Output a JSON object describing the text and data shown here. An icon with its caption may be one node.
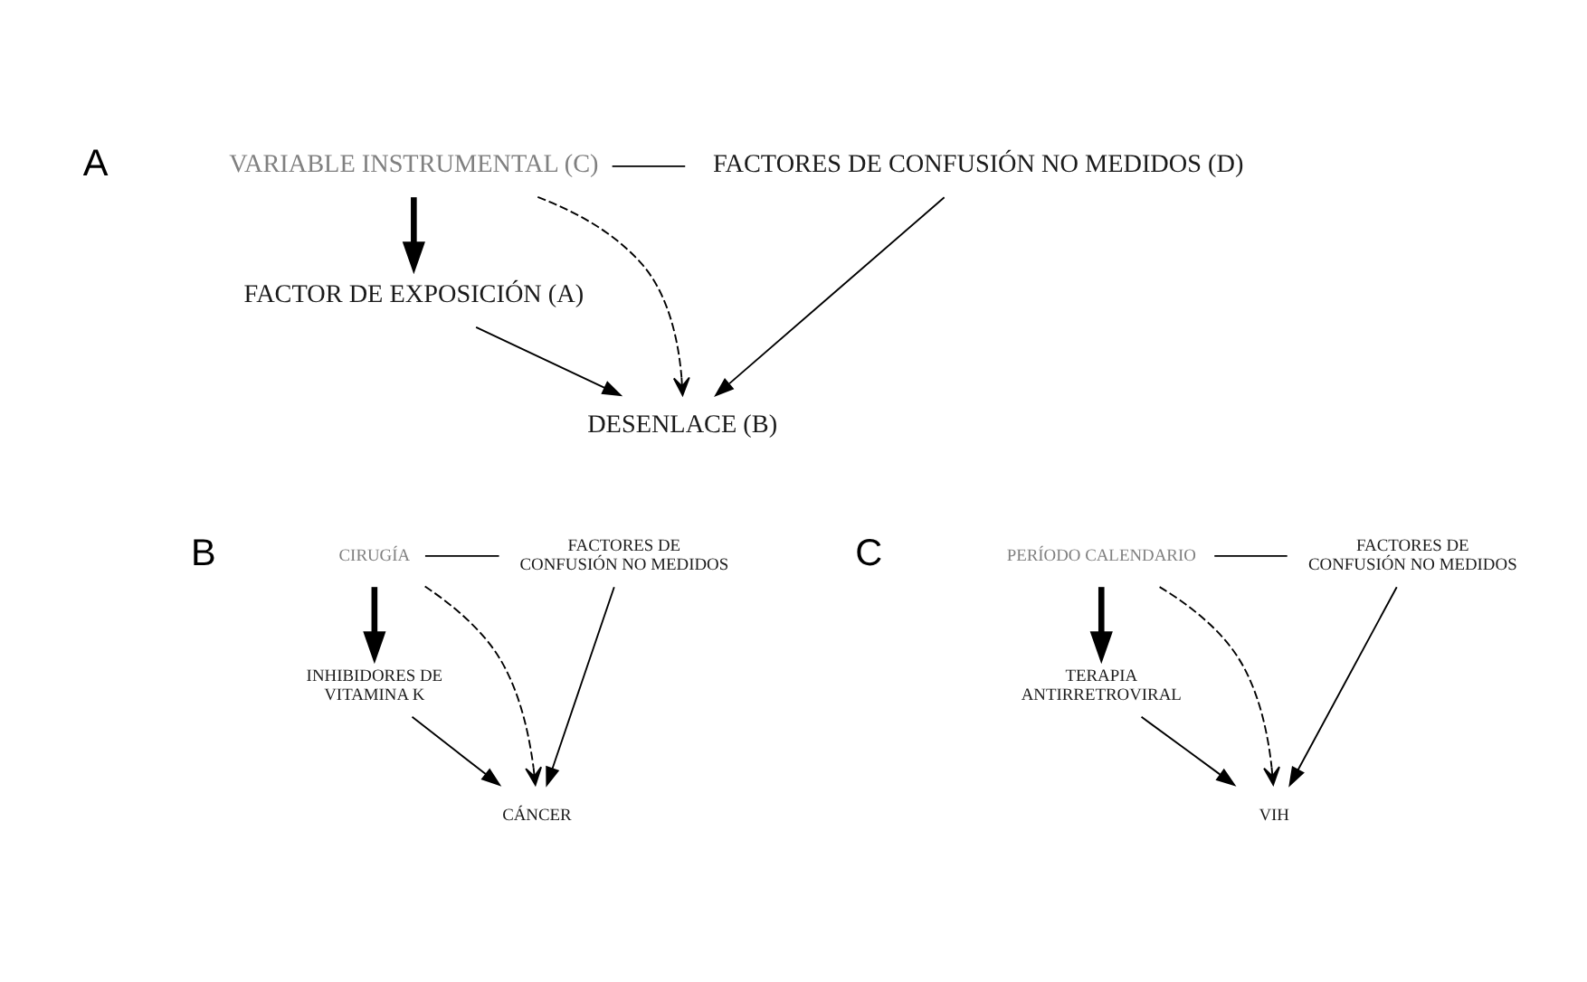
{
  "diagram": {
    "nodes": [
      {
        "text": [
          "VARIABLE INSTRUMENTAL (C)"
        ]
      },
      {
        "text": [
          "FACTORES DE CONFUSIÓN NO MEDIDOS (D)"
        ]
      },
      {
        "text": [
          "FACTOR DE EXPOSICIÓN (A)"
        ]
      },
      {
        "text": [
          "DESENLACE (B)"
        ]
      },
      {
        "text": [
          "CIRUGÍA"
        ]
      },
      {
        "text": [
          "FACTORES DE CONFUSIÓN NO MEDIDOS"
        ]
      },
      {
        "text": [
          "INHIBIDORES DE VITAMINA K"
        ]
      },
      {
        "text": [
          "CÁNCER"
        ]
      },
      {
        "text": [
          "PERÍODO CALENDARIO"
        ]
      },
      {
        "text": [
          "FACTORES DE CONFUSIÓN NO MEDIDOS"
        ]
      },
      {
        "text": [
          "TERAPIA ANTIRRETROVIRAL"
        ]
      },
      {
        "text": [
          "VIH"
        ]
      }
    ],
    "edges": [
      {
        "from": 0,
        "to": 1,
        "arrow": "none"
      },
      {
        "from": 0,
        "to": 2,
        "arrow": "to",
        "style": "thick"
      },
      {
        "from": 2,
        "to": 3,
        "arrow": "to"
      },
      {
        "from": 0,
        "to": 3,
        "arrow": "to",
        "style": "dashed"
      },
      {
        "from": 1,
        "to": 3,
        "arrow": "to"
      },
      {
        "from": 4,
        "to": 5,
        "arrow": "none"
      },
      {
        "from": 4,
        "to": 6,
        "arrow": "to",
        "style": "thick"
      },
      {
        "from": 6,
        "to": 7,
        "arrow": "to"
      },
      {
        "from": 4,
        "to": 7,
        "arrow": "to",
        "style": "dashed"
      },
      {
        "from": 5,
        "to": 7,
        "arrow": "to"
      },
      {
        "from": 8,
        "to": 9,
        "arrow": "none"
      },
      {
        "from": 8,
        "to": 10,
        "arrow": "to",
        "style": "thick"
      },
      {
        "from": 10,
        "to": 11,
        "arrow": "to"
      },
      {
        "from": 8,
        "to": 11,
        "arrow": "to",
        "style": "dashed"
      },
      {
        "from": 9,
        "to": 11,
        "arrow": "to"
      }
    ],
    "labels": [
      "A",
      "B",
      "C"
    ]
  }
}
